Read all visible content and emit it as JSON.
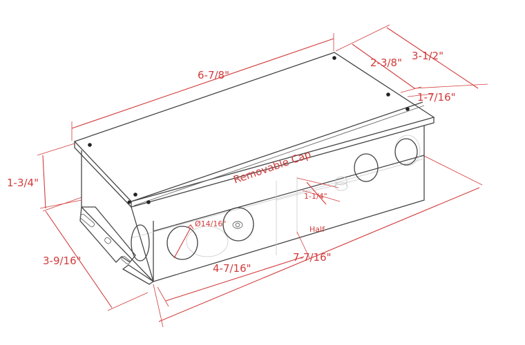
{
  "diagram": {
    "dimensions": {
      "length_top": "6-7/8\"",
      "width_cap": "2-3/8\"",
      "width_total": "3-1/2\"",
      "cap_offset": "1-7/16\"",
      "height": "1-3/4\"",
      "flange_width": "3-9/16\"",
      "half_length": "4-7/16\"",
      "total_length": "7-7/16\"",
      "knockout_height": "1-1/4\"",
      "knockout_diameter": "Ø14/16\""
    },
    "labels": {
      "removable_cap": "Removable Cap",
      "half": "Half"
    }
  }
}
